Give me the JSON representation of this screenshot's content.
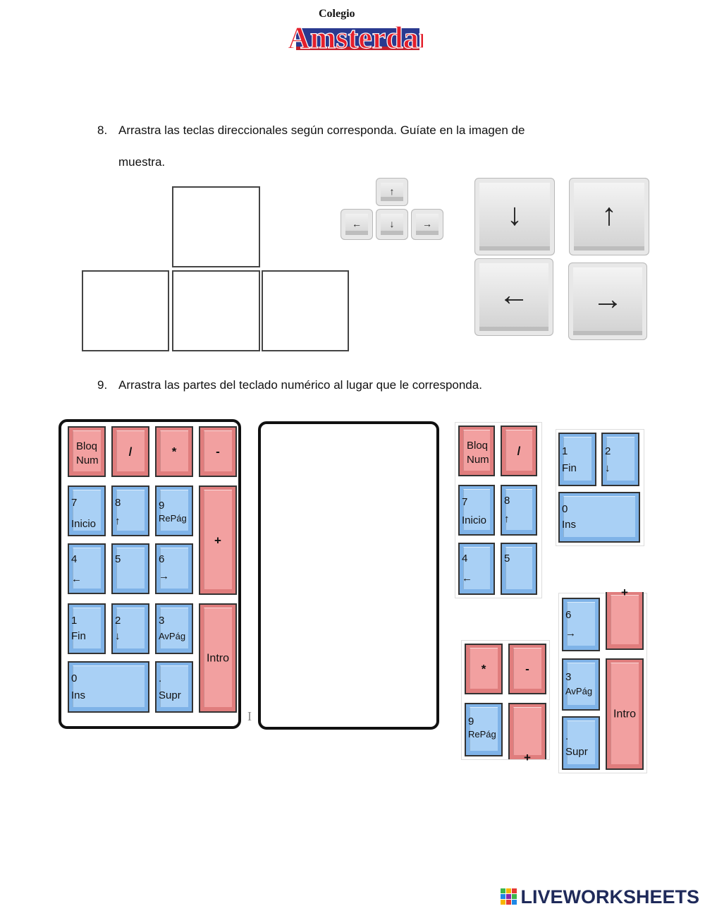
{
  "header": {
    "logo_small": "Colegio",
    "logo_big": "Amsterdam"
  },
  "question8": {
    "number": "8.",
    "line1": "Arrastra las teclas direccionales según corresponda. Guíate en la imagen de",
    "line2": "muestra."
  },
  "question9": {
    "number": "9.",
    "text": "Arrastra las partes del teclado numérico al lugar que le corresponda."
  },
  "arrow_icons": [
    "up-arrow-icon",
    "down-arrow-icon",
    "left-arrow-icon",
    "right-arrow-icon"
  ],
  "numpad": {
    "bloq_top": "Bloq",
    "bloq_bottom": "Num",
    "slash": "/",
    "star": "*",
    "minus": "-",
    "plus": "+",
    "intro": "Intro",
    "k7": "7",
    "k7b": "Inicio",
    "k8": "8",
    "k8b": "↑",
    "k9": "9",
    "k9b": "RePág",
    "k4": "4",
    "k4b": "←",
    "k5": "5",
    "k6": "6",
    "k6b": "→",
    "k1": "1",
    "k1b": "Fin",
    "k2": "2",
    "k2b": "↓",
    "k3": "3",
    "k3b": "AvPág",
    "k0": "0",
    "k0b": "Ins",
    "kdot": ".",
    "kdotb": "Supr"
  },
  "cursor_glyph": "I",
  "footer": {
    "brand": "LIVEWORKSHEETS"
  },
  "colors": {
    "blue_key": "#a9d0f5",
    "red_key": "#f2a0a0",
    "brand": "#1f2a5a"
  }
}
